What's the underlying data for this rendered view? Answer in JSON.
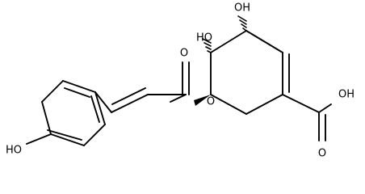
{
  "molecule": {
    "labels": {
      "oh_c3": "OH",
      "oh_c4": "HO",
      "ester_carbonyl_o": "O",
      "ester_bridge_o": "O",
      "acid_oh": "OH",
      "acid_carbonyl_o": "O",
      "phenol_oh": "HO"
    }
  }
}
